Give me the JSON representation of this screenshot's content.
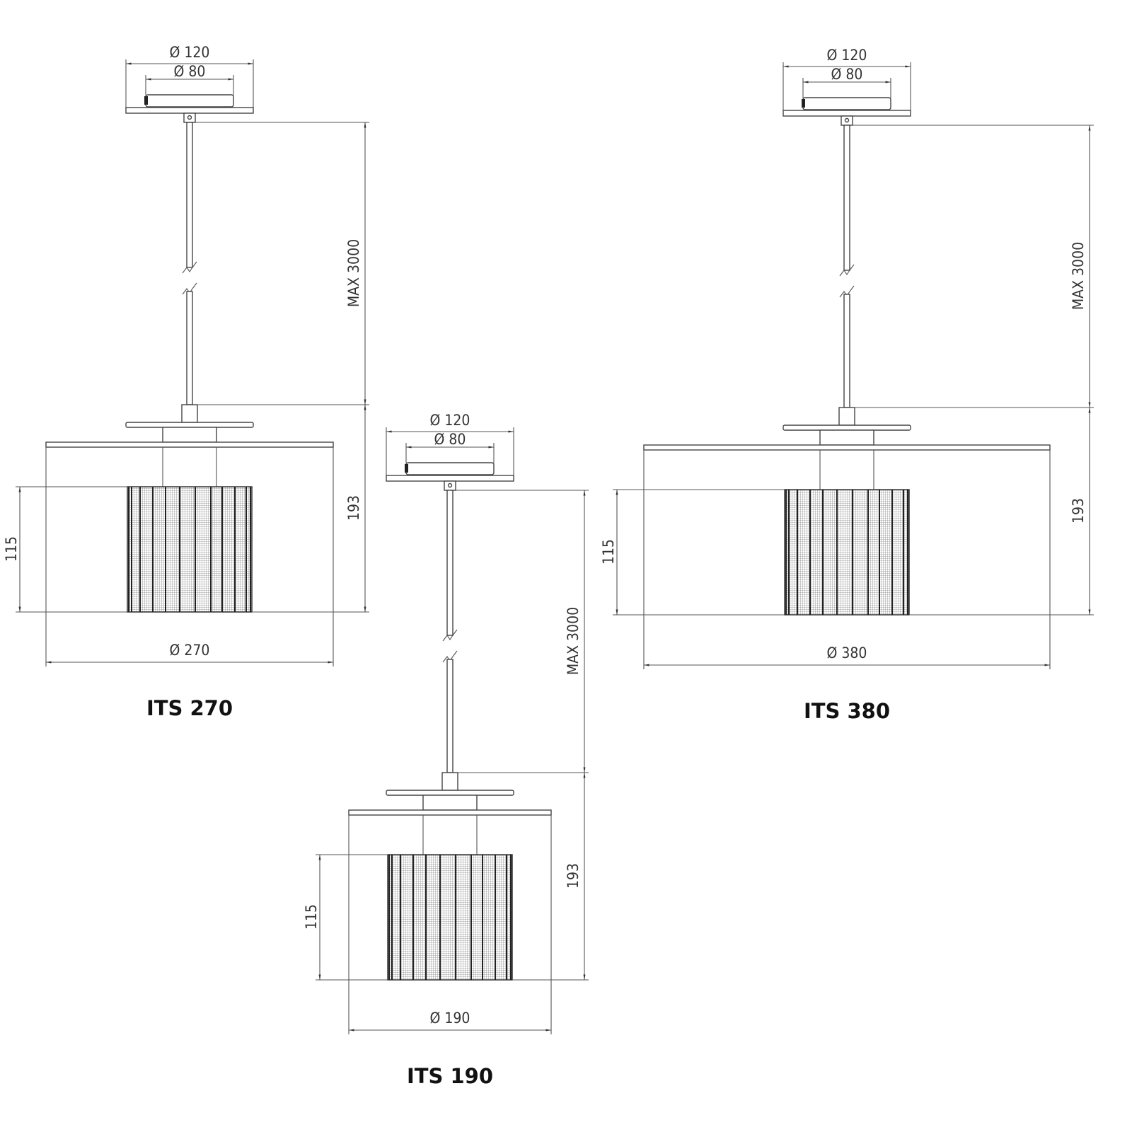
{
  "drawings": [
    {
      "model": "ITS 270",
      "canopy_outer": "Ø 120",
      "canopy_inner": "Ø 80",
      "cable_length": "MAX 3000",
      "total_height": "193",
      "shade_height": "115",
      "diameter": "Ø 270"
    },
    {
      "model": "ITS 190",
      "canopy_outer": "Ø 120",
      "canopy_inner": "Ø 80",
      "cable_length": "MAX 3000",
      "total_height": "193",
      "shade_height": "115",
      "diameter": "Ø 190"
    },
    {
      "model": "ITS 380",
      "canopy_outer": "Ø 120",
      "canopy_inner": "Ø 80",
      "cable_length": "MAX 3000",
      "total_height": "193",
      "shade_height": "115",
      "diameter": "Ø 380"
    }
  ]
}
